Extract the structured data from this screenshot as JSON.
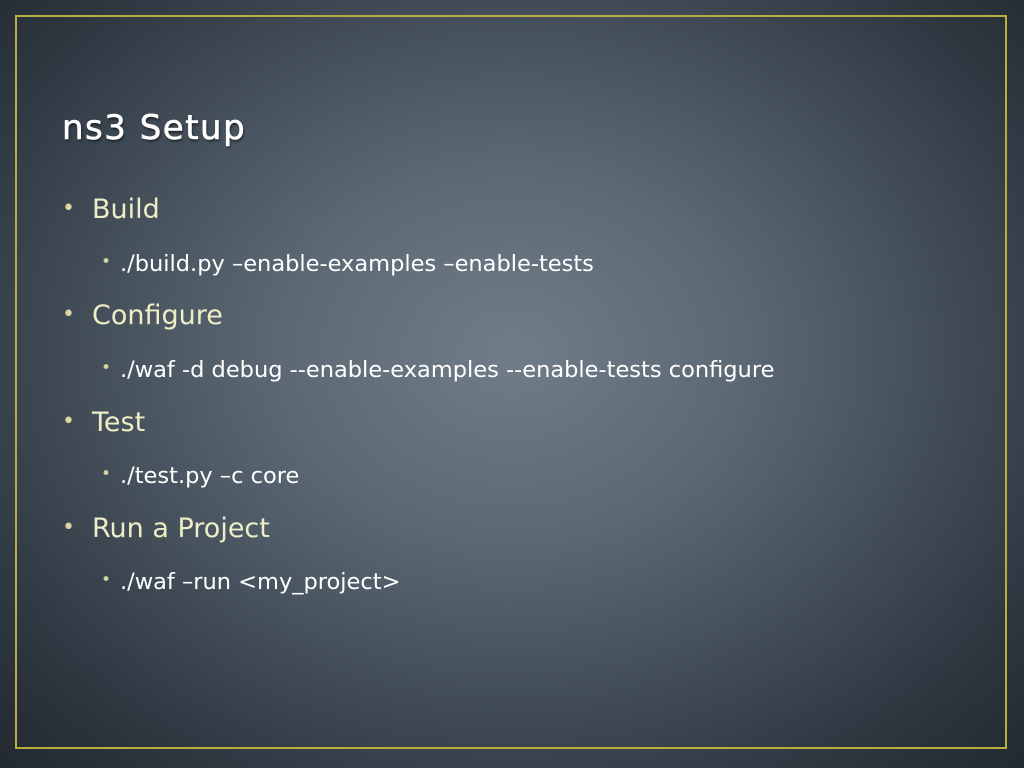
{
  "slide": {
    "title": "ns3 Setup",
    "bullet_symbol": "•",
    "items": [
      {
        "label": "Build",
        "sub": "./build.py –enable-examples –enable-tests"
      },
      {
        "label": "Configure",
        "sub": "./waf -d debug --enable-examples --enable-tests configure"
      },
      {
        "label": "Test",
        "sub": "./test.py –c core"
      },
      {
        "label": "Run a Project",
        "sub": "./waf –run <my_project>"
      }
    ]
  },
  "colors": {
    "frame_border": "#b9ae3c",
    "heading_text": "#eeeec6",
    "body_text": "#ffffff",
    "background_center": "#707d89",
    "background_edge": "#232a32"
  }
}
